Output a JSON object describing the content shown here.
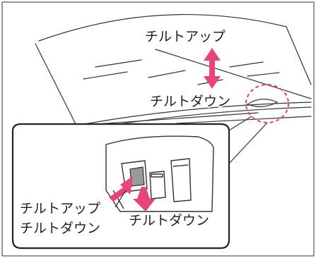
{
  "labels": {
    "tilt_up_top": "チルトアップ",
    "tilt_down_top": "チルトダウン",
    "tilt_up_inset": "チルトアップ",
    "tilt_down_inset_left": "チルトダウン",
    "tilt_down_inset_right": "チルトダウン"
  },
  "colors": {
    "arrow": "#e8437c",
    "highlight_circle": "#e8437c",
    "line": "#333333"
  }
}
